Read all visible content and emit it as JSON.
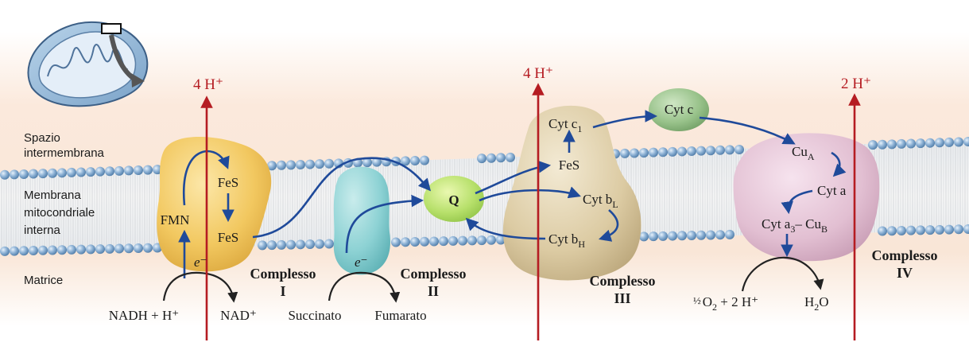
{
  "side_labels": {
    "intermembrane_1": "Spazio",
    "intermembrane_2": "intermembrana",
    "membrane_1": "Membrana",
    "membrane_2": "mitocondriale",
    "membrane_3": "interna",
    "matrix": "Matrice"
  },
  "proton_pumps": {
    "complex1": "4 H⁺",
    "complex3": "4 H⁺",
    "complex4": "2 H⁺"
  },
  "complexes": {
    "c1": {
      "word": "Complesso",
      "numeral": "I"
    },
    "c2": {
      "word": "Complesso",
      "numeral": "II"
    },
    "c3": {
      "word": "Complesso",
      "numeral": "III"
    },
    "c4": {
      "word": "Complesso",
      "numeral": "IV"
    }
  },
  "complex1": {
    "fes_top": "FeS",
    "fes_bottom": "FeS",
    "fmn": "FMN",
    "electron": "e⁻"
  },
  "complex2": {
    "electron": "e⁻"
  },
  "ubiquinone": "Q",
  "complex3": {
    "cyt_c1": "Cyt c",
    "cyt_c1_sub": "1",
    "fes": "FeS",
    "cyt_bl": "Cyt b",
    "cyt_bl_sub": "L",
    "cyt_bh": "Cyt b",
    "cyt_bh_sub": "H"
  },
  "cytochrome_c": "Cyt c",
  "complex4": {
    "cua": "Cu",
    "cua_sub": "A",
    "cyt_a": "Cyt a",
    "cyt_a3": "Cyt a",
    "cyt_a3_sub": "3",
    "cub_prefix": "– Cu",
    "cub_sub": "B"
  },
  "substrates": {
    "nadh": "NADH + H⁺",
    "nad": "NAD⁺",
    "succinate": "Succinato",
    "fumarate": "Fumarato",
    "oxygen_half": "½",
    "oxygen": "O",
    "oxygen_sub": "2",
    "oxygen_rest": " + 2 H⁺",
    "water": "H",
    "water_sub": "2",
    "water_rest": "O"
  }
}
